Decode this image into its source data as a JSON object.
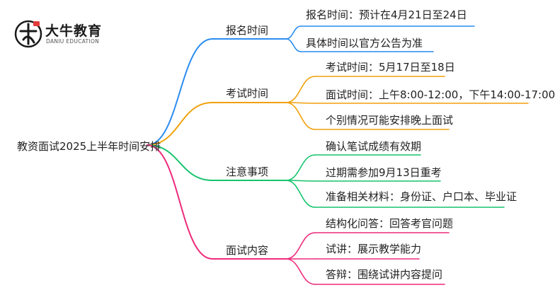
{
  "logo": {
    "name": "大牛教育",
    "subtitle": "DANIU EDUCATION"
  },
  "mindmap": {
    "root": "教资面试2025上半年时间安排",
    "branches": [
      {
        "label": "报名时间",
        "color": "#2a8cf0",
        "items": [
          "报名时间：预计在4月21日至24日",
          "具体时间以官方公告为准"
        ]
      },
      {
        "label": "考试时间",
        "color": "#f0a10b",
        "items": [
          "考试时间：5月17日至18日",
          "面试时间：上午8:00-12:00，下午14:00-17:00",
          "个别情况可能安排晚上面试"
        ]
      },
      {
        "label": "注意事项",
        "color": "#15c46d",
        "items": [
          "确认笔试成绩有效期",
          "过期需参加9月13日重考",
          "准备相关材料：身份证、户口本、毕业证"
        ]
      },
      {
        "label": "面试内容",
        "color": "#ee2a7b",
        "items": [
          "结构化问答：回答考官问题",
          "试讲：展示教学能力",
          "答辩：围绕试讲内容提问"
        ]
      }
    ]
  }
}
